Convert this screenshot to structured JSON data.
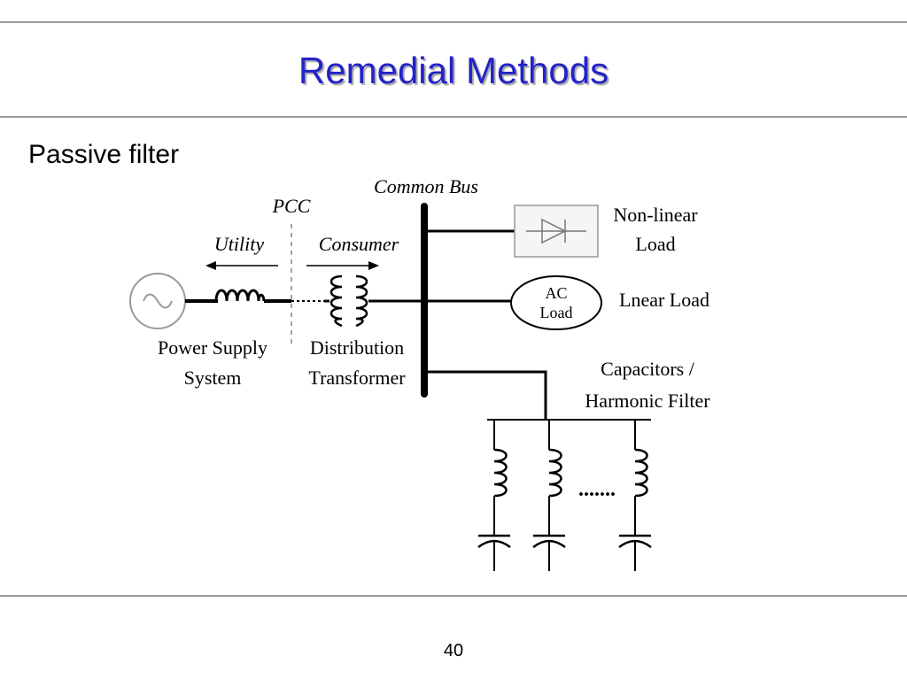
{
  "slide": {
    "title": "Remedial Methods",
    "subtitle": "Passive filter",
    "page_number": "40"
  },
  "diagram": {
    "common_bus": "Common Bus",
    "pcc": "PCC",
    "utility": "Utility",
    "consumer": "Consumer",
    "nonlinear_load_line1": "Non-linear",
    "nonlinear_load_line2": "Load",
    "ac_load_line1": "AC",
    "ac_load_line2": "Load",
    "linear_load": "Lnear Load",
    "power_supply_line1": "Power Supply",
    "power_supply_line2": "System",
    "distribution_line1": "Distribution",
    "distribution_line2": "Transformer",
    "capacitors_line1": "Capacitors /",
    "capacitors_line2": "Harmonic Filter",
    "ellipsis": "......."
  }
}
